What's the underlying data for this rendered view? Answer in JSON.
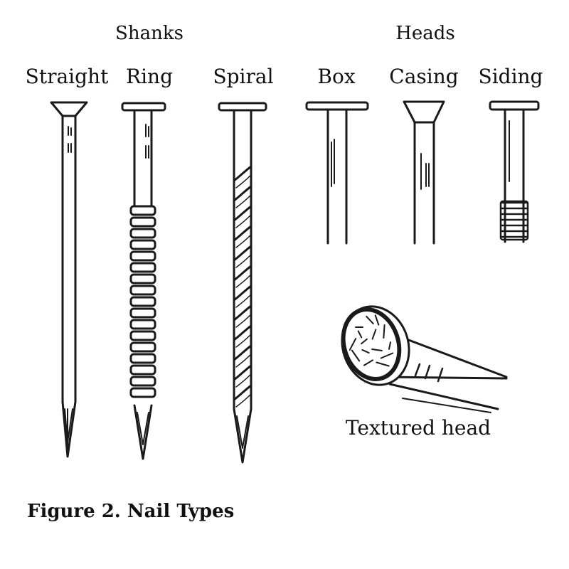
{
  "groups": {
    "shanks": "Shanks",
    "heads": "Heads"
  },
  "nails": [
    {
      "label": "Straight"
    },
    {
      "label": "Ring"
    },
    {
      "label": "Spiral"
    },
    {
      "label": "Box"
    },
    {
      "label": "Casing"
    },
    {
      "label": "Siding"
    }
  ],
  "textured_label": "Textured head",
  "caption": "Figure 2. Nail Types"
}
